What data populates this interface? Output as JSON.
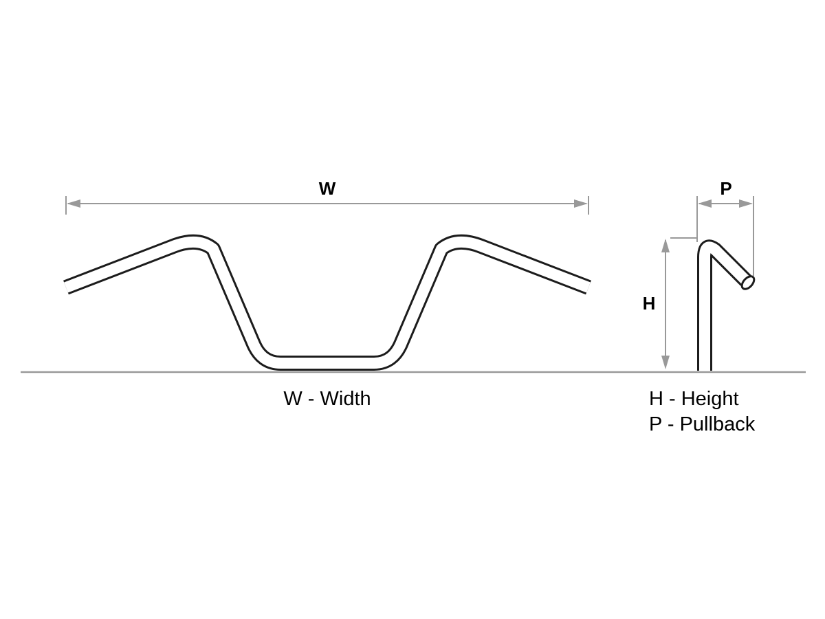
{
  "diagram": {
    "dimension_labels": {
      "width": "W",
      "pullback": "P",
      "height": "H"
    },
    "legend": {
      "width": "W - Width",
      "height": "H - Height",
      "pullback": "P - Pullback"
    },
    "colors": {
      "tube_outline": "#1c1c1c",
      "tube_fill": "#ffffff",
      "dimension": "#999999",
      "baseline": "#999999",
      "text": "#000000"
    }
  }
}
